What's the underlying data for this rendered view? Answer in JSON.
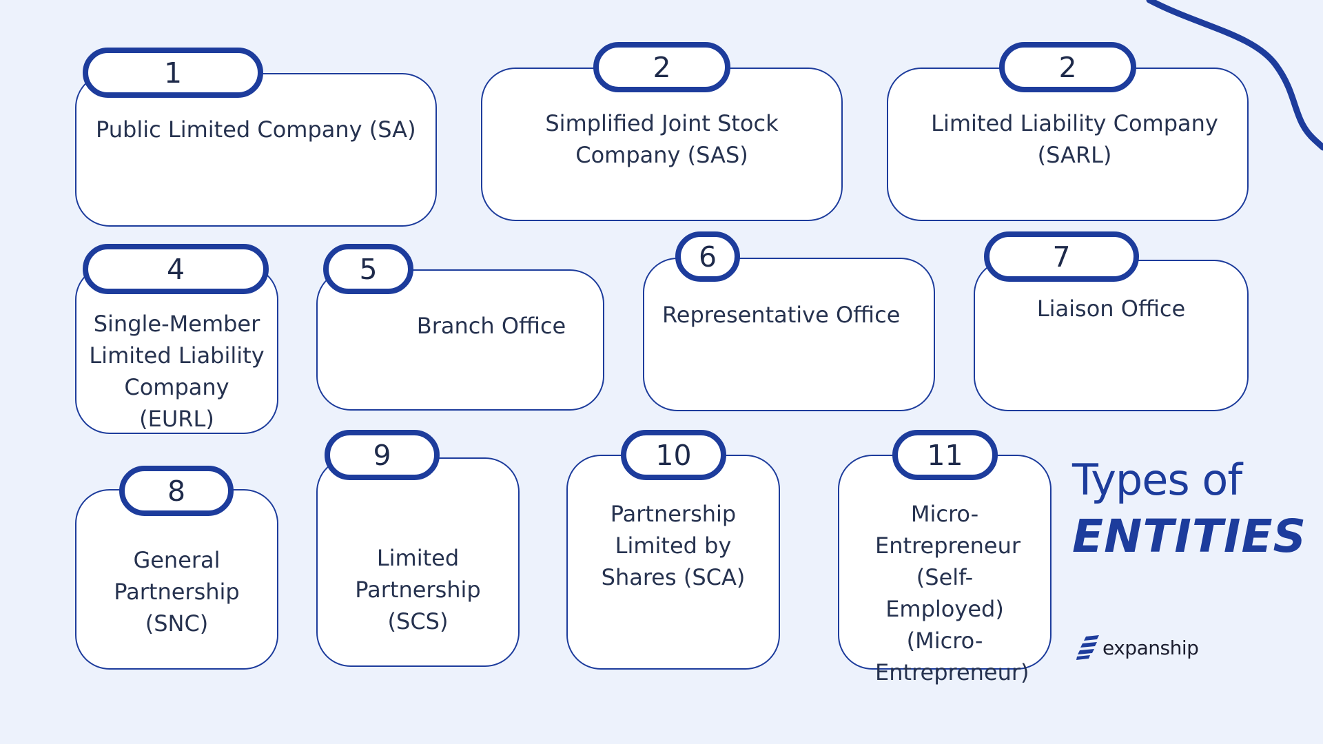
{
  "title": {
    "line1": "Types of",
    "line2": "ENTITIES"
  },
  "logo": {
    "text": "expanship"
  },
  "colors": {
    "background": "#edf2fc",
    "accent": "#1d3c9c",
    "text": "#26324f"
  },
  "entities": [
    {
      "number": "1",
      "label": "Public Limited Company (SA)"
    },
    {
      "number": "2",
      "label": "Simplified Joint Stock Company (SAS)"
    },
    {
      "number": "2",
      "label": "Limited Liability Company (SARL)"
    },
    {
      "number": "4",
      "label": "Single-Member Limited Liability Company (EURL)"
    },
    {
      "number": "5",
      "label": "Branch Office"
    },
    {
      "number": "6",
      "label": "Representative Office"
    },
    {
      "number": "7",
      "label": "Liaison Office"
    },
    {
      "number": "8",
      "label": "General Partnership (SNC)"
    },
    {
      "number": "9",
      "label": "Limited Partnership (SCS)"
    },
    {
      "number": "10",
      "label": "Partnership Limited by Shares (SCA)"
    },
    {
      "number": "11",
      "label": "Micro-Entrepreneur (Self-Employed) (Micro-Entrepreneur)"
    }
  ]
}
